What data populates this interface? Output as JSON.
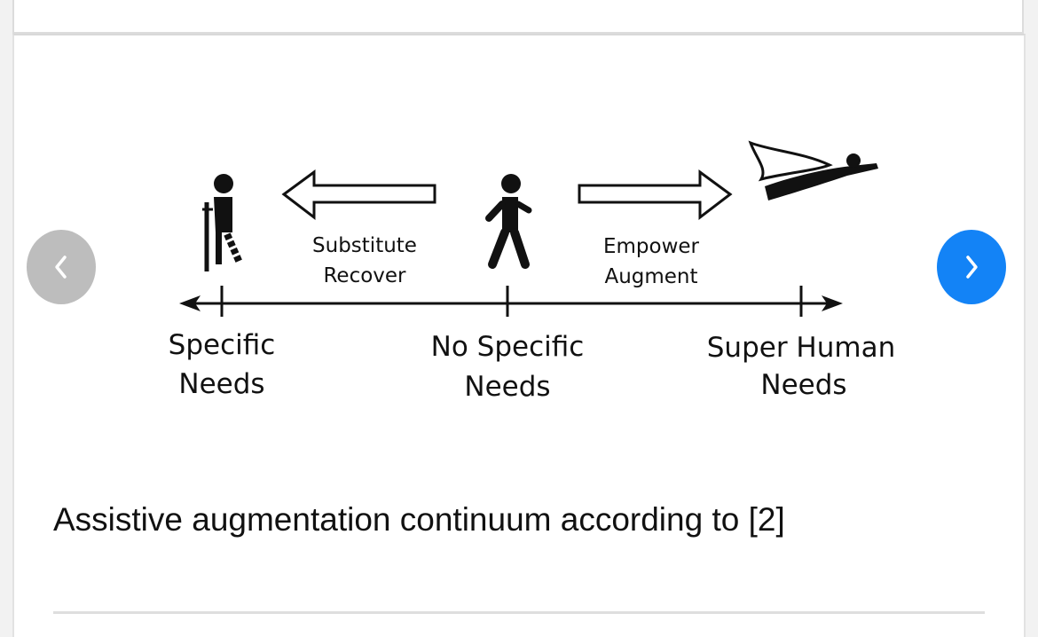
{
  "figure": {
    "left_arrow": {
      "line1": "Substitute",
      "line2": "Recover"
    },
    "right_arrow": {
      "line1": "Empower",
      "line2": "Augment"
    },
    "points": [
      {
        "line1": "Specific",
        "line2": "Needs",
        "icon": "person-on-crutches-icon"
      },
      {
        "line1": "No Specific",
        "line2": "Needs",
        "icon": "walking-person-icon"
      },
      {
        "line1": "Super Human",
        "line2": "Needs",
        "icon": "flying-superhero-icon"
      }
    ]
  },
  "nav": {
    "prev_icon": "chevron-left-icon",
    "next_icon": "chevron-right-icon"
  },
  "caption": "Assistive augmentation continuum according to [2]",
  "colors": {
    "next_button": "#1383f6",
    "prev_button": "#bdbdbd"
  }
}
